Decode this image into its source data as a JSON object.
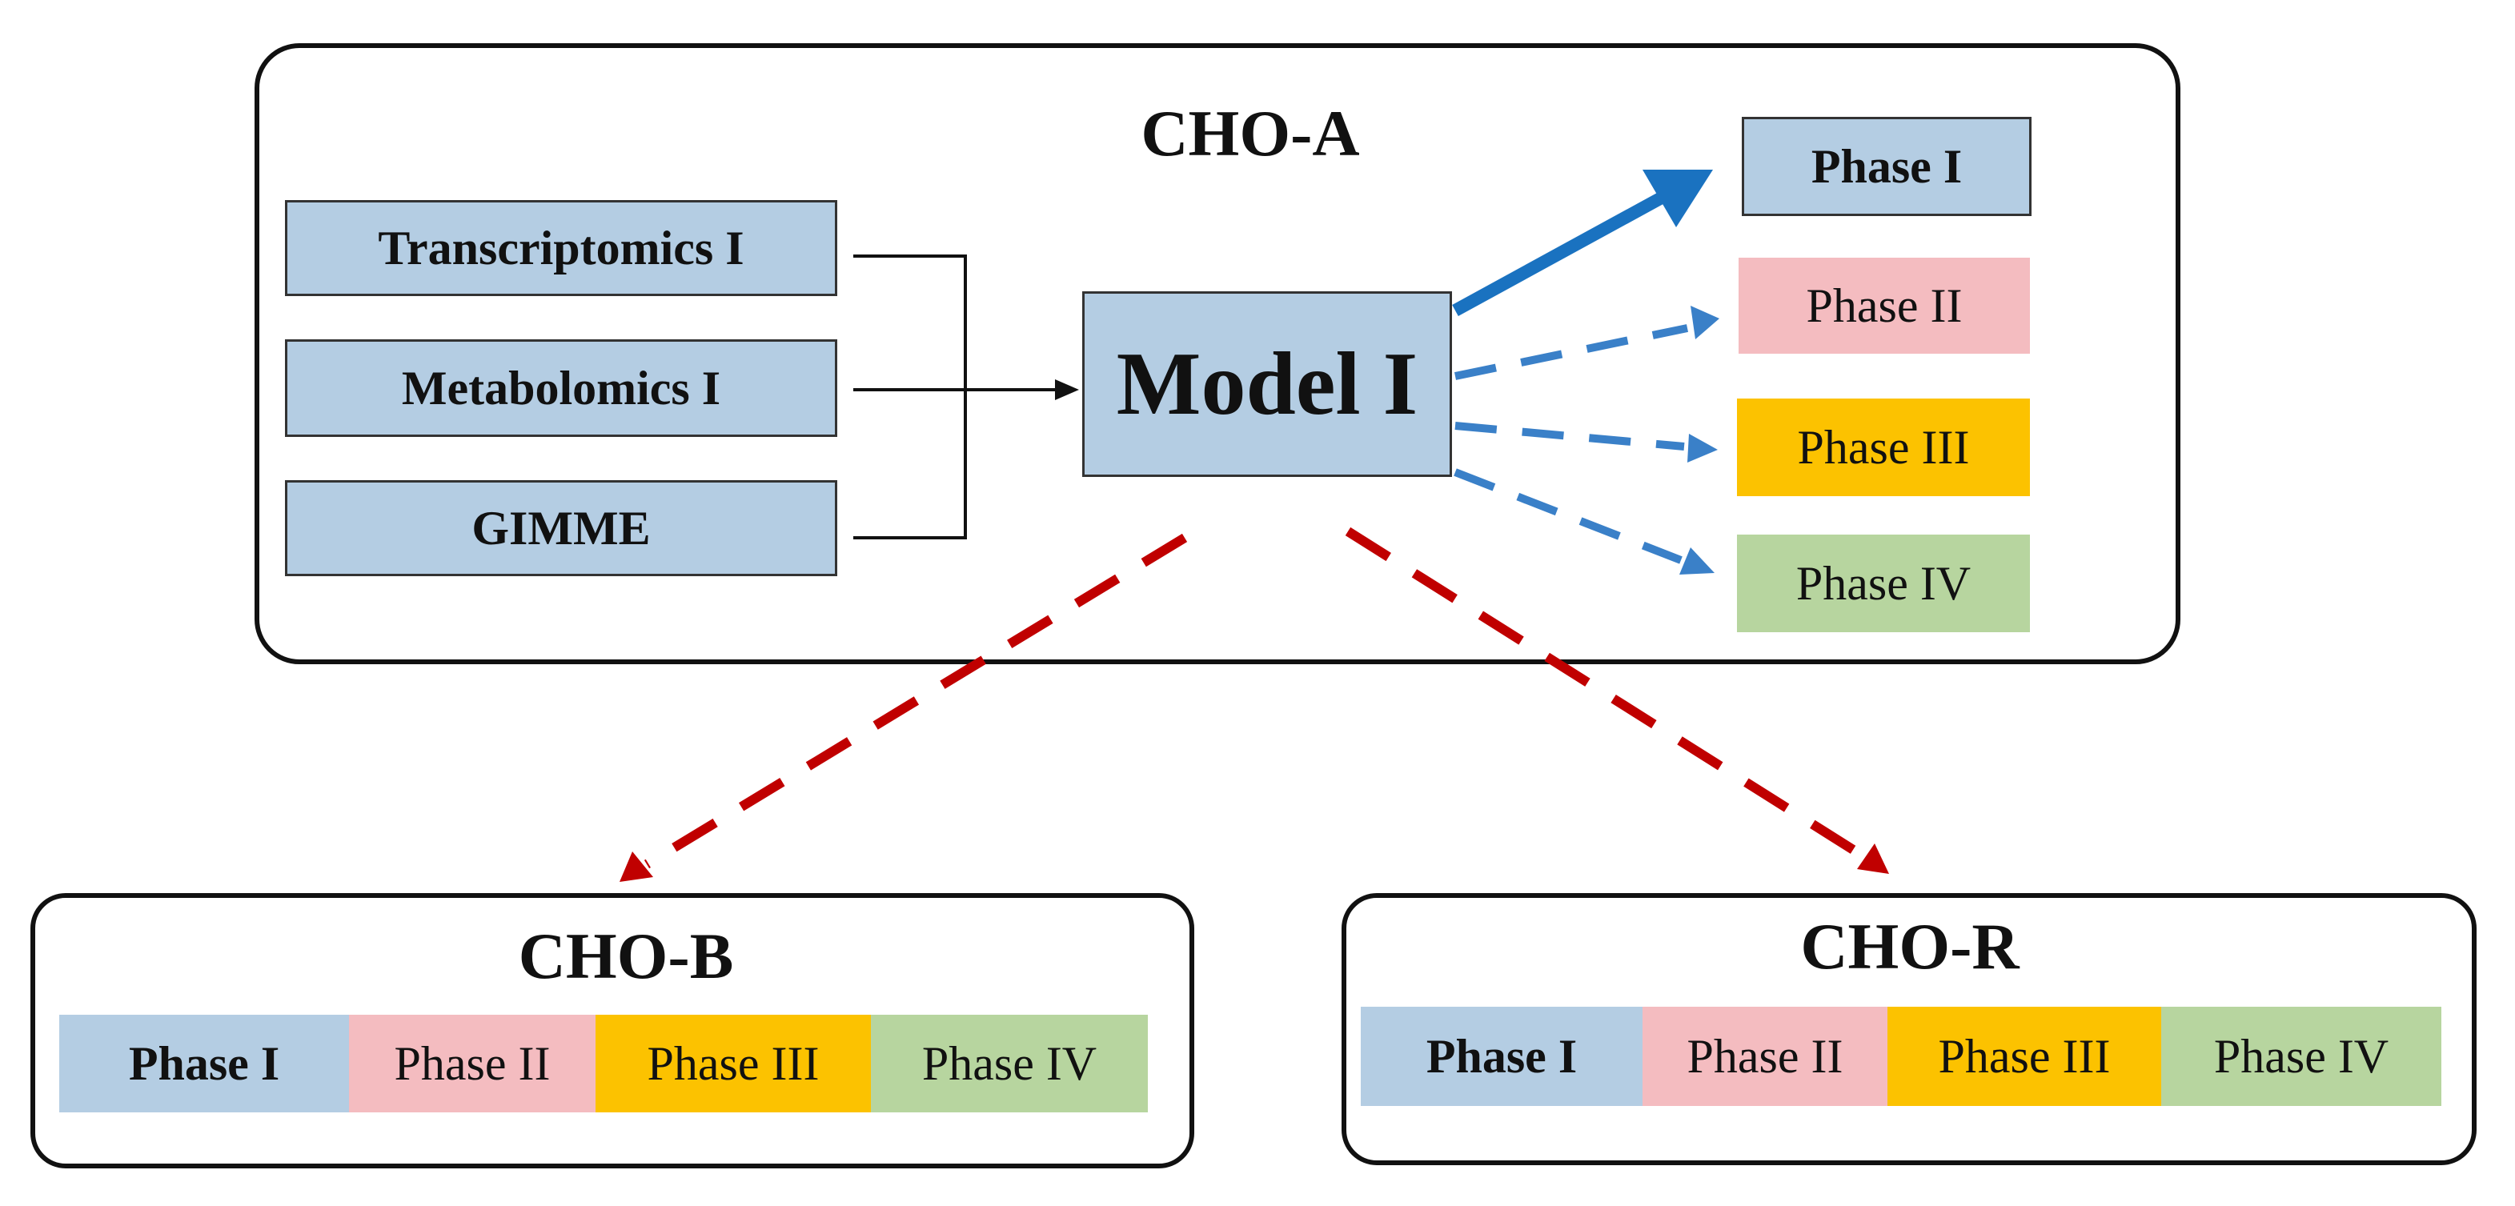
{
  "cho_a": {
    "title": "CHO-A",
    "inputs": [
      "Transcriptomics I",
      "Metabolomics I",
      "GIMME"
    ],
    "model": "Model I",
    "phases": [
      "Phase I",
      "Phase II",
      "Phase III",
      "Phase IV"
    ]
  },
  "cho_b": {
    "title": "CHO-B",
    "phases": [
      "Phase I",
      "Phase II",
      "Phase III",
      "Phase IV"
    ]
  },
  "cho_r": {
    "title": "CHO-R",
    "phases": [
      "Phase I",
      "Phase II",
      "Phase III",
      "Phase IV"
    ]
  },
  "colors": {
    "phase_1": "#b4cde3",
    "phase_2": "#f4bcc0",
    "phase_3": "#fcc200",
    "phase_4": "#b7d59f",
    "solid_arrow": "#1a72c0",
    "dashed_arrow_blue": "#3a80c8",
    "dashed_arrow_red": "#c00000"
  }
}
